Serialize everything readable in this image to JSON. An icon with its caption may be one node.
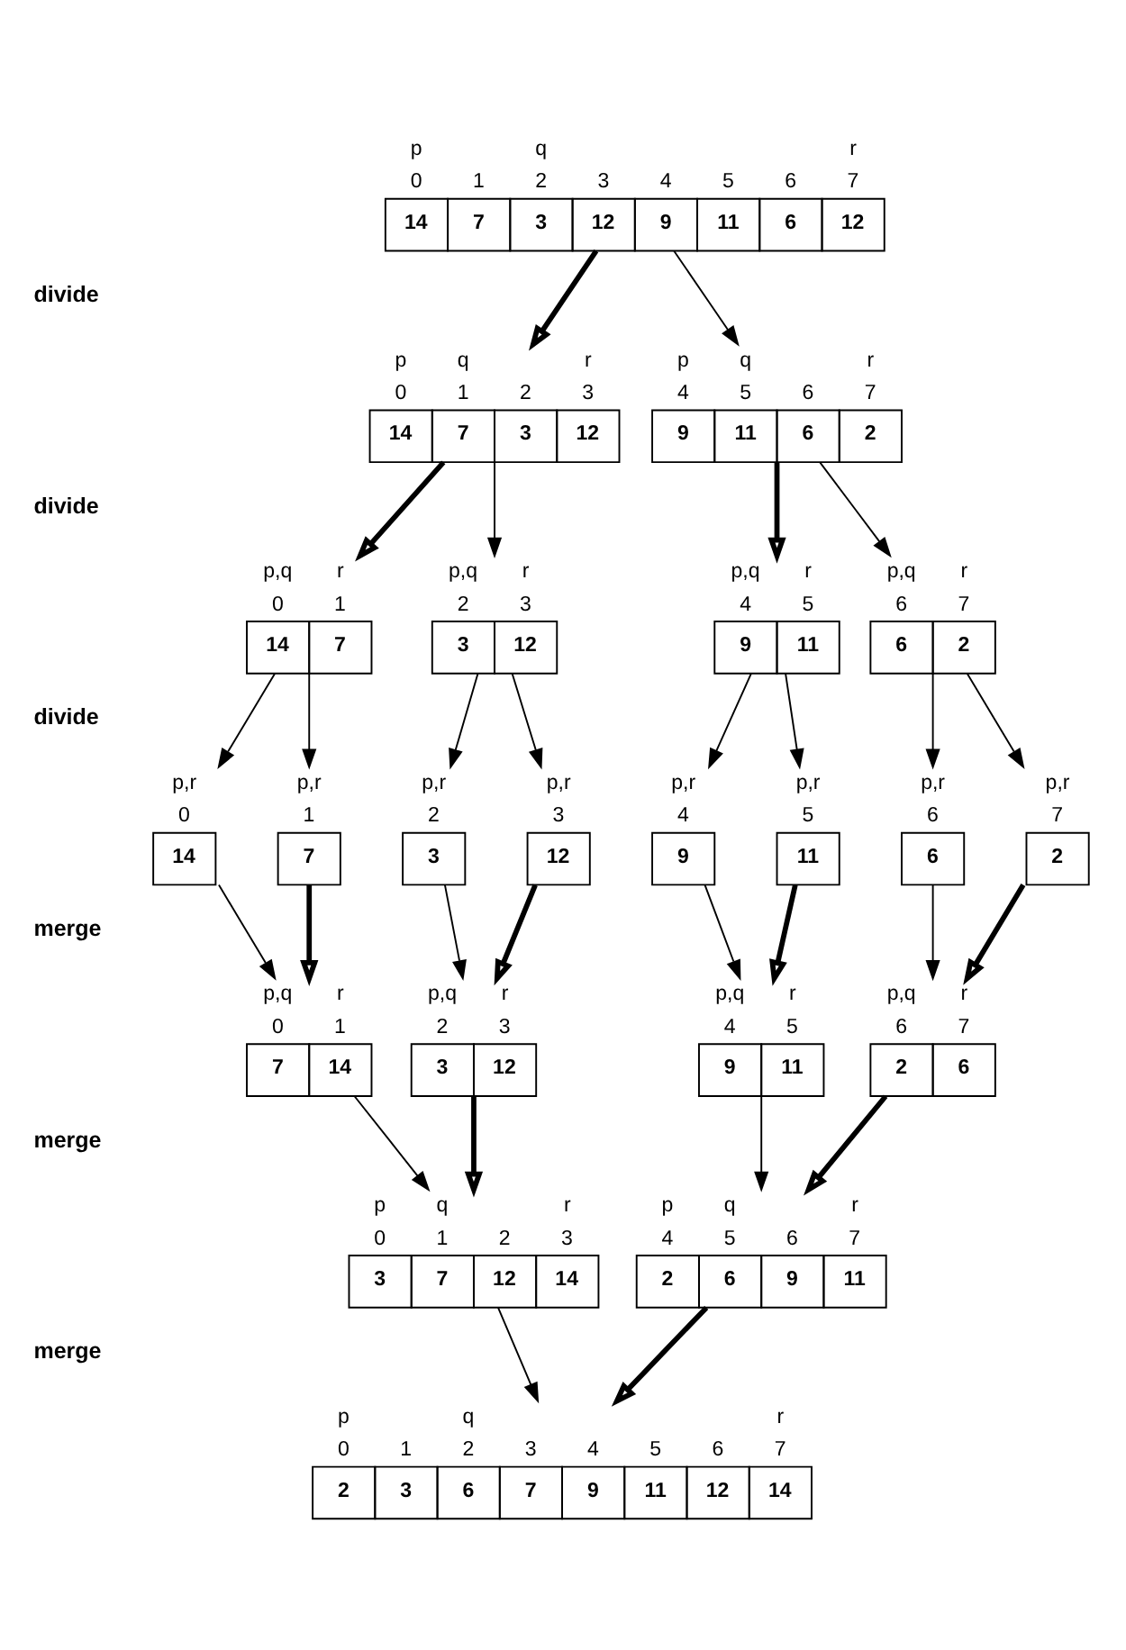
{
  "diagram": {
    "nodes": [
      {
        "text": [
          "14",
          "7",
          "3",
          "12",
          "9",
          "11",
          "6",
          "12"
        ],
        "beside": [
          "p",
          "q",
          "r",
          "0",
          "1",
          "2",
          "3",
          "4",
          "5",
          "6",
          "7"
        ]
      },
      {
        "text": [
          "14",
          "7",
          "3",
          "12"
        ],
        "beside": [
          "p",
          "q",
          "r",
          "0",
          "1",
          "2",
          "3"
        ]
      },
      {
        "text": [
          "9",
          "11",
          "6",
          "2"
        ],
        "beside": [
          "p",
          "q",
          "r",
          "4",
          "5",
          "6",
          "7"
        ]
      },
      {
        "text": [
          "14",
          "7"
        ],
        "beside": [
          "p,q",
          "r",
          "0",
          "1"
        ]
      },
      {
        "text": [
          "3",
          "12"
        ],
        "beside": [
          "p,q",
          "r",
          "2",
          "3"
        ]
      },
      {
        "text": [
          "9",
          "11"
        ],
        "beside": [
          "p,q",
          "r",
          "4",
          "5"
        ]
      },
      {
        "text": [
          "6",
          "2"
        ],
        "beside": [
          "p,q",
          "r",
          "6",
          "7"
        ]
      },
      {
        "text": [
          "14"
        ],
        "beside": [
          "p,r",
          "0"
        ]
      },
      {
        "text": [
          "7"
        ],
        "beside": [
          "p,r",
          "1"
        ]
      },
      {
        "text": [
          "3"
        ],
        "beside": [
          "p,r",
          "2"
        ]
      },
      {
        "text": [
          "12"
        ],
        "beside": [
          "p,r",
          "3"
        ]
      },
      {
        "text": [
          "9"
        ],
        "beside": [
          "p,r",
          "4"
        ]
      },
      {
        "text": [
          "11"
        ],
        "beside": [
          "p,r",
          "5"
        ]
      },
      {
        "text": [
          "6"
        ],
        "beside": [
          "p,r",
          "6"
        ]
      },
      {
        "text": [
          "2"
        ],
        "beside": [
          "p,r",
          "7"
        ]
      },
      {
        "text": [
          "7",
          "14"
        ],
        "beside": [
          "p,q",
          "r",
          "0",
          "1"
        ]
      },
      {
        "text": [
          "3",
          "12"
        ],
        "beside": [
          "p,q",
          "r",
          "2",
          "3"
        ]
      },
      {
        "text": [
          "9",
          "11"
        ],
        "beside": [
          "p,q",
          "r",
          "4",
          "5"
        ]
      },
      {
        "text": [
          "2",
          "6"
        ],
        "beside": [
          "p,q",
          "r",
          "6",
          "7"
        ]
      },
      {
        "text": [
          "3",
          "7",
          "12",
          "14"
        ],
        "beside": [
          "p",
          "q",
          "r",
          "0",
          "1",
          "2",
          "3"
        ]
      },
      {
        "text": [
          "2",
          "6",
          "9",
          "11"
        ],
        "beside": [
          "p",
          "q",
          "r",
          "4",
          "5",
          "6",
          "7"
        ]
      },
      {
        "text": [
          "2",
          "3",
          "6",
          "7",
          "9",
          "11",
          "12",
          "14"
        ],
        "beside": [
          "p",
          "q",
          "r",
          "0",
          "1",
          "2",
          "3",
          "4",
          "5",
          "6",
          "7"
        ]
      }
    ],
    "edges": [
      {
        "from": 0,
        "to": 1,
        "arrow": "to",
        "style": "thick"
      },
      {
        "from": 0,
        "to": 2,
        "arrow": "to"
      },
      {
        "from": 1,
        "to": 3,
        "arrow": "to",
        "style": "thick"
      },
      {
        "from": 1,
        "to": 4,
        "arrow": "to"
      },
      {
        "from": 2,
        "to": 5,
        "arrow": "to",
        "style": "thick"
      },
      {
        "from": 2,
        "to": 6,
        "arrow": "to"
      },
      {
        "from": 3,
        "to": 7,
        "arrow": "to"
      },
      {
        "from": 3,
        "to": 8,
        "arrow": "to"
      },
      {
        "from": 4,
        "to": 9,
        "arrow": "to"
      },
      {
        "from": 4,
        "to": 10,
        "arrow": "to"
      },
      {
        "from": 5,
        "to": 11,
        "arrow": "to"
      },
      {
        "from": 5,
        "to": 12,
        "arrow": "to"
      },
      {
        "from": 6,
        "to": 13,
        "arrow": "to"
      },
      {
        "from": 6,
        "to": 14,
        "arrow": "to"
      },
      {
        "from": 7,
        "to": 15,
        "arrow": "to"
      },
      {
        "from": 8,
        "to": 15,
        "arrow": "to",
        "style": "thick"
      },
      {
        "from": 9,
        "to": 16,
        "arrow": "to"
      },
      {
        "from": 10,
        "to": 16,
        "arrow": "to",
        "style": "thick"
      },
      {
        "from": 11,
        "to": 17,
        "arrow": "to"
      },
      {
        "from": 12,
        "to": 17,
        "arrow": "to",
        "style": "thick"
      },
      {
        "from": 13,
        "to": 18,
        "arrow": "to"
      },
      {
        "from": 14,
        "to": 18,
        "arrow": "to",
        "style": "thick"
      },
      {
        "from": 15,
        "to": 19,
        "arrow": "to"
      },
      {
        "from": 16,
        "to": 19,
        "arrow": "to",
        "style": "thick"
      },
      {
        "from": 17,
        "to": 20,
        "arrow": "to"
      },
      {
        "from": 18,
        "to": 20,
        "arrow": "to",
        "style": "thick"
      },
      {
        "from": 19,
        "to": 21,
        "arrow": "to"
      },
      {
        "from": 20,
        "to": 21,
        "arrow": "to",
        "style": "thick"
      }
    ],
    "labels": [
      "divide",
      "divide",
      "divide",
      "merge",
      "merge",
      "merge"
    ]
  }
}
